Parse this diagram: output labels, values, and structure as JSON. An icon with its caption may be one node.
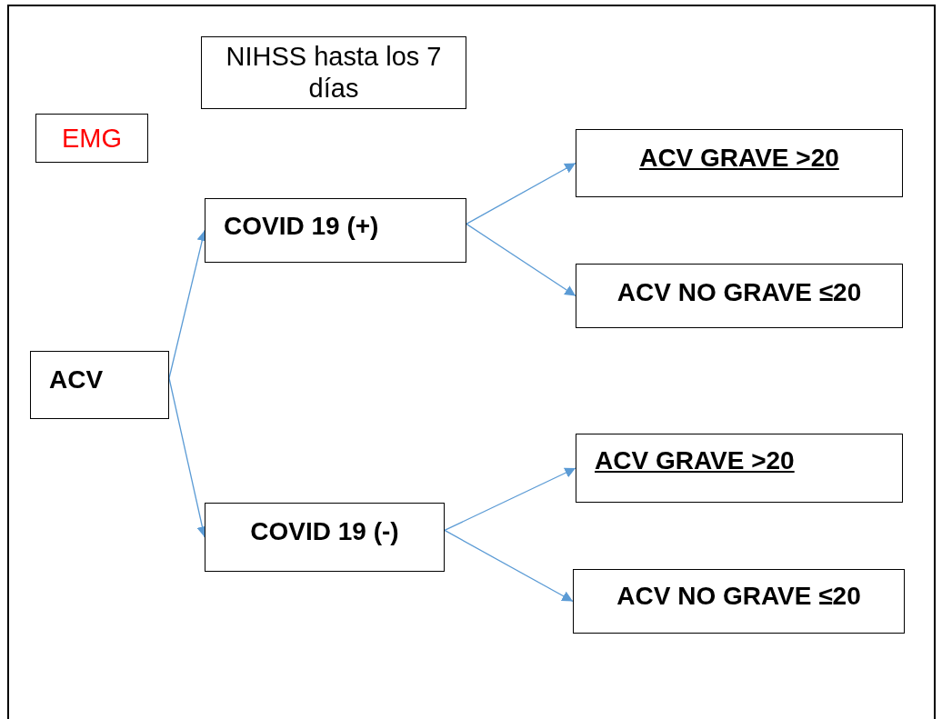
{
  "diagram": {
    "nodes": [
      {
        "text": [
          "NIHSS hasta los 7 días"
        ]
      },
      {
        "text": [
          "EMG"
        ]
      },
      {
        "text": [
          "ACV"
        ]
      },
      {
        "text": [
          "COVID 19 (+)"
        ]
      },
      {
        "text": [
          "ACV GRAVE >20"
        ]
      },
      {
        "text": [
          "ACV NO GRAVE ≤20"
        ]
      },
      {
        "text": [
          "COVID 19 (-)"
        ]
      },
      {
        "text": [
          "ACV GRAVE >20"
        ]
      },
      {
        "text": [
          "ACV NO GRAVE ≤20"
        ]
      }
    ],
    "edges": [
      {
        "from": 2,
        "to": 3,
        "arrow": "to"
      },
      {
        "from": 2,
        "to": 6,
        "arrow": "to"
      },
      {
        "from": 3,
        "to": 4,
        "arrow": "to"
      },
      {
        "from": 3,
        "to": 5,
        "arrow": "to"
      },
      {
        "from": 6,
        "to": 7,
        "arrow": "to"
      },
      {
        "from": 6,
        "to": 8,
        "arrow": "to"
      }
    ]
  }
}
